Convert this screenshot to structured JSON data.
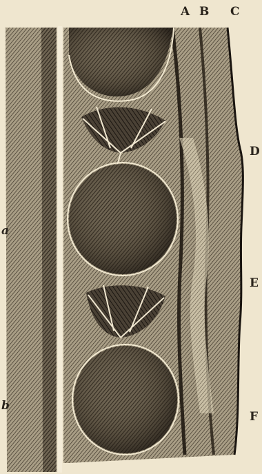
{
  "figure": {
    "labels": {
      "A": "A",
      "B": "B",
      "C": "C",
      "D": "D",
      "E": "E",
      "F": "F",
      "a": "a",
      "b": "b"
    },
    "colors": {
      "paper": "#efe6cf",
      "ink": "#2a241c",
      "dark_ink": "#1a1510",
      "mid_tone": "#8a7f6d",
      "light_tone": "#cfc4a8"
    }
  }
}
